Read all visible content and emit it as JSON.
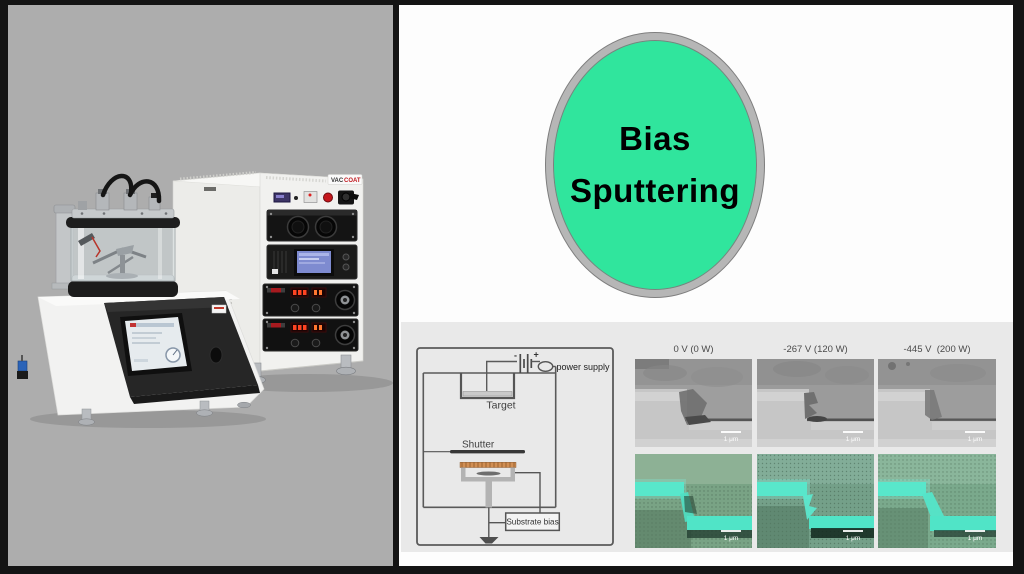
{
  "badge": {
    "line1": "Bias",
    "line2": "Sputtering",
    "fill_color": "#30e59d",
    "ring_color": "#b6b6b6"
  },
  "photo": {
    "brand": {
      "prefix": "VAC",
      "suffix": "COAT",
      "brand_red": "#c0181e"
    }
  },
  "schematic": {
    "power_supply_label": "power supply",
    "target_label": "Target",
    "shutter_label": "Shutter",
    "substrate_bias_label": "Substrate bias",
    "battery_minus": "-",
    "battery_plus": "+",
    "substrate_color": "#d18f55"
  },
  "sem": {
    "columns": [
      {
        "label": "0 V (0 W)"
      },
      {
        "label": "-267 V (120 W)"
      },
      {
        "label": "-445 V  (200 W)"
      }
    ],
    "scale_label": "1 μm",
    "cyan_color": "#55e6cb"
  }
}
